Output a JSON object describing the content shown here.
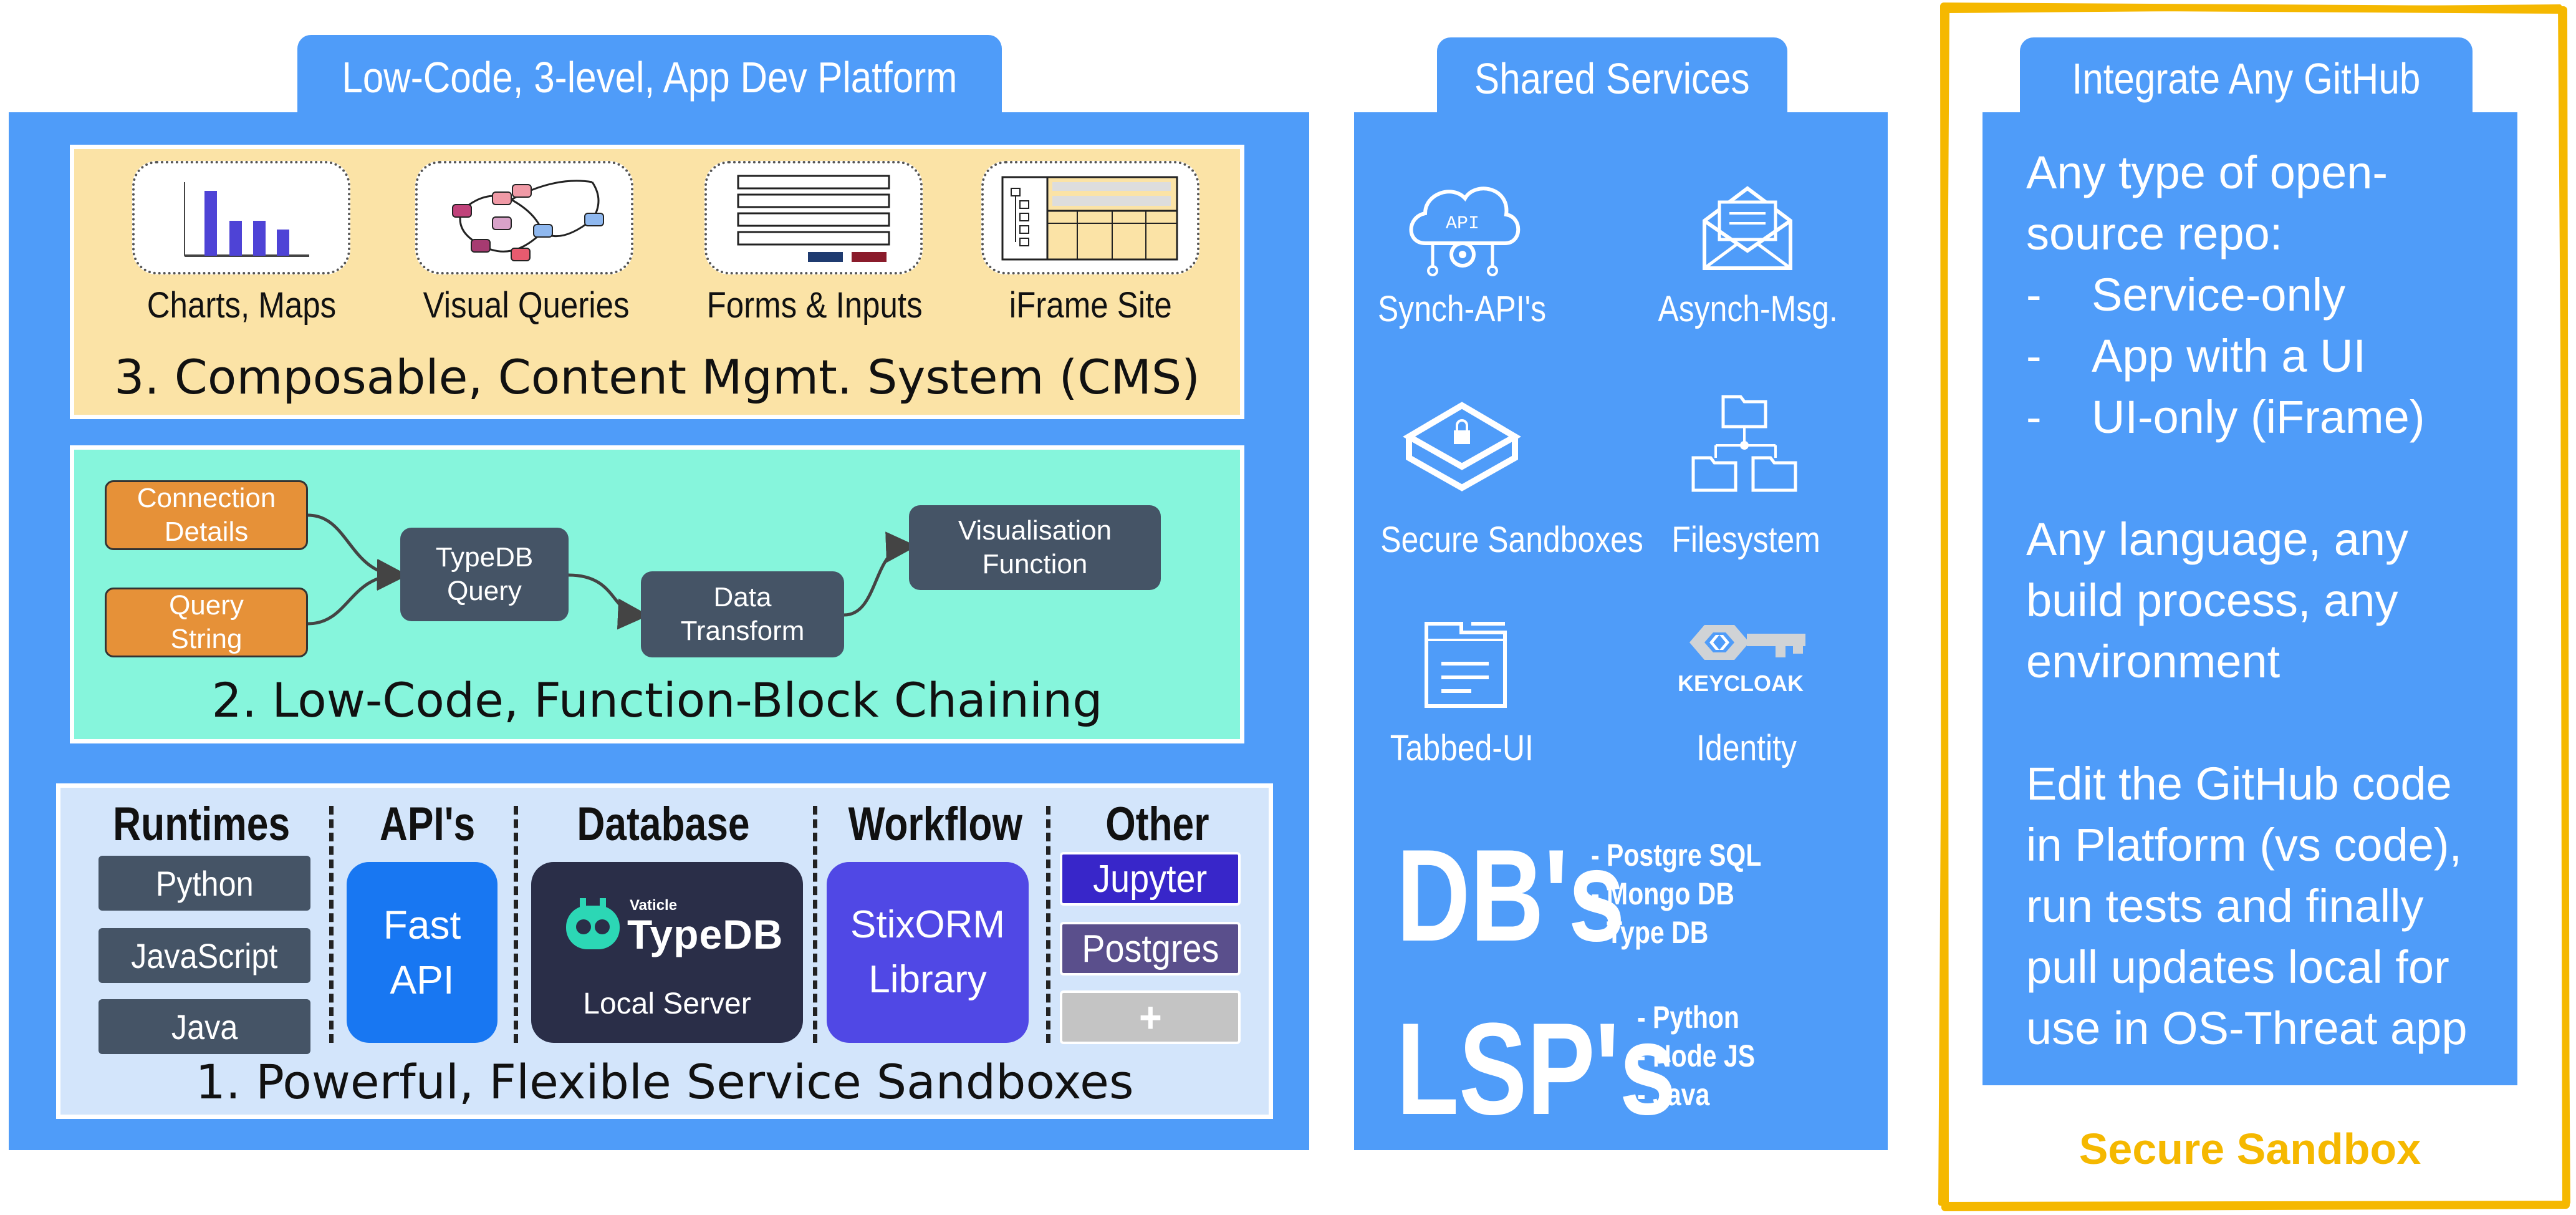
{
  "left": {
    "tab": "Low-Code, 3-level, App Dev Platform",
    "level3": {
      "title": "3. Composable, Content Mgmt. System (CMS)",
      "cards": [
        "Charts, Maps",
        "Visual Queries",
        "Forms & Inputs",
        "iFrame Site"
      ]
    },
    "level2": {
      "title": "2. Low-Code, Function-Block Chaining",
      "blocks": {
        "connection": "Connection\nDetails",
        "query_string": "Query\nString",
        "typedb_query": "TypeDB\nQuery",
        "data_transform": "Data\nTransform",
        "visualisation": "Visualisation\nFunction"
      }
    },
    "level1": {
      "title": "1. Powerful, Flexible Service Sandboxes",
      "columns": {
        "runtimes": {
          "head": "Runtimes",
          "items": [
            "Python",
            "JavaScript",
            "Java"
          ]
        },
        "apis": {
          "head": "API's",
          "item": "Fast\nAPI"
        },
        "database": {
          "head": "Database",
          "brand_small": "Vaticle",
          "brand": "TypeDB",
          "sub": "Local Server"
        },
        "workflow": {
          "head": "Workflow",
          "item": "StixORM\nLibrary"
        },
        "other": {
          "head": "Other",
          "items": [
            "Jupyter",
            "Postgres",
            "+"
          ]
        }
      }
    }
  },
  "shared": {
    "tab": "Shared Services",
    "services": [
      {
        "label": "Synch-API's",
        "icon": "cloud-api-icon",
        "icon_text": "API"
      },
      {
        "label": "Asynch-Msg.",
        "icon": "envelope-icon"
      },
      {
        "label": "Secure Sandboxes",
        "icon": "sandbox-lock-icon"
      },
      {
        "label": "Filesystem",
        "icon": "folder-tree-icon"
      },
      {
        "label": "Tabbed-UI",
        "icon": "tabbed-ui-icon"
      },
      {
        "label": "Identity",
        "icon": "keycloak-icon",
        "icon_text": "KEYCLOAK"
      }
    ],
    "dbs": {
      "title": "DB's",
      "items": [
        "- Postgre SQL",
        "- Mongo DB",
        "- Type DB"
      ]
    },
    "lsps": {
      "title": "LSP's",
      "items": [
        "- Python",
        "- Node JS",
        "- Java"
      ]
    }
  },
  "right": {
    "tab": "Integrate Any GitHub",
    "intro": "Any type of open-source repo:",
    "intro_lines": [
      "Any type of open-",
      "source repo:"
    ],
    "bullets": [
      "Service-only",
      "App with a UI",
      "UI-only (iFrame)"
    ],
    "bullet_dash": "-",
    "para2_lines": [
      "Any language, any",
      "build process, any",
      "environment"
    ],
    "para3_lines": [
      "Edit the GitHub code",
      "in Platform (vs code),",
      "run tests and finally",
      "pull updates local for",
      "use in OS-Threat app"
    ],
    "footer": "Secure Sandbox"
  },
  "colors": {
    "panel_blue": "#4f9cf9",
    "cms_yellow": "#fbe3a6",
    "chain_mint": "#86f5dc",
    "sandbox_lightblue": "#d3e5fb",
    "block_orange": "#e69138",
    "block_slate": "#455466",
    "fastapi_blue": "#1877f2",
    "typedb_navy": "#2a2e48",
    "stixorm_purple": "#5048e5",
    "jupyter_indigo": "#3826c9",
    "postgres_purple": "#5a4f8c",
    "plus_grey": "#c4c4c4",
    "border_gold": "#f5b800"
  }
}
